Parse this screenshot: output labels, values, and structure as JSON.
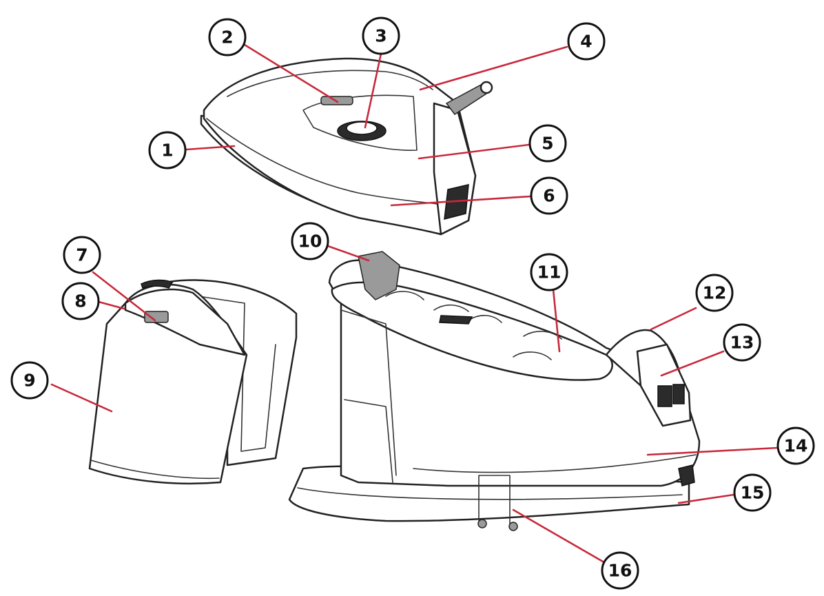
{
  "callouts": [
    {
      "number": "1"
    },
    {
      "number": "2"
    },
    {
      "number": "3"
    },
    {
      "number": "4"
    },
    {
      "number": "5"
    },
    {
      "number": "6"
    },
    {
      "number": "7"
    },
    {
      "number": "8"
    },
    {
      "number": "9"
    },
    {
      "number": "10"
    },
    {
      "number": "11"
    },
    {
      "number": "12"
    },
    {
      "number": "13"
    },
    {
      "number": "14"
    },
    {
      "number": "15"
    },
    {
      "number": "16"
    }
  ],
  "colors": {
    "leader_line": "#c8283a",
    "outline": "#222222",
    "background": "#ffffff"
  }
}
